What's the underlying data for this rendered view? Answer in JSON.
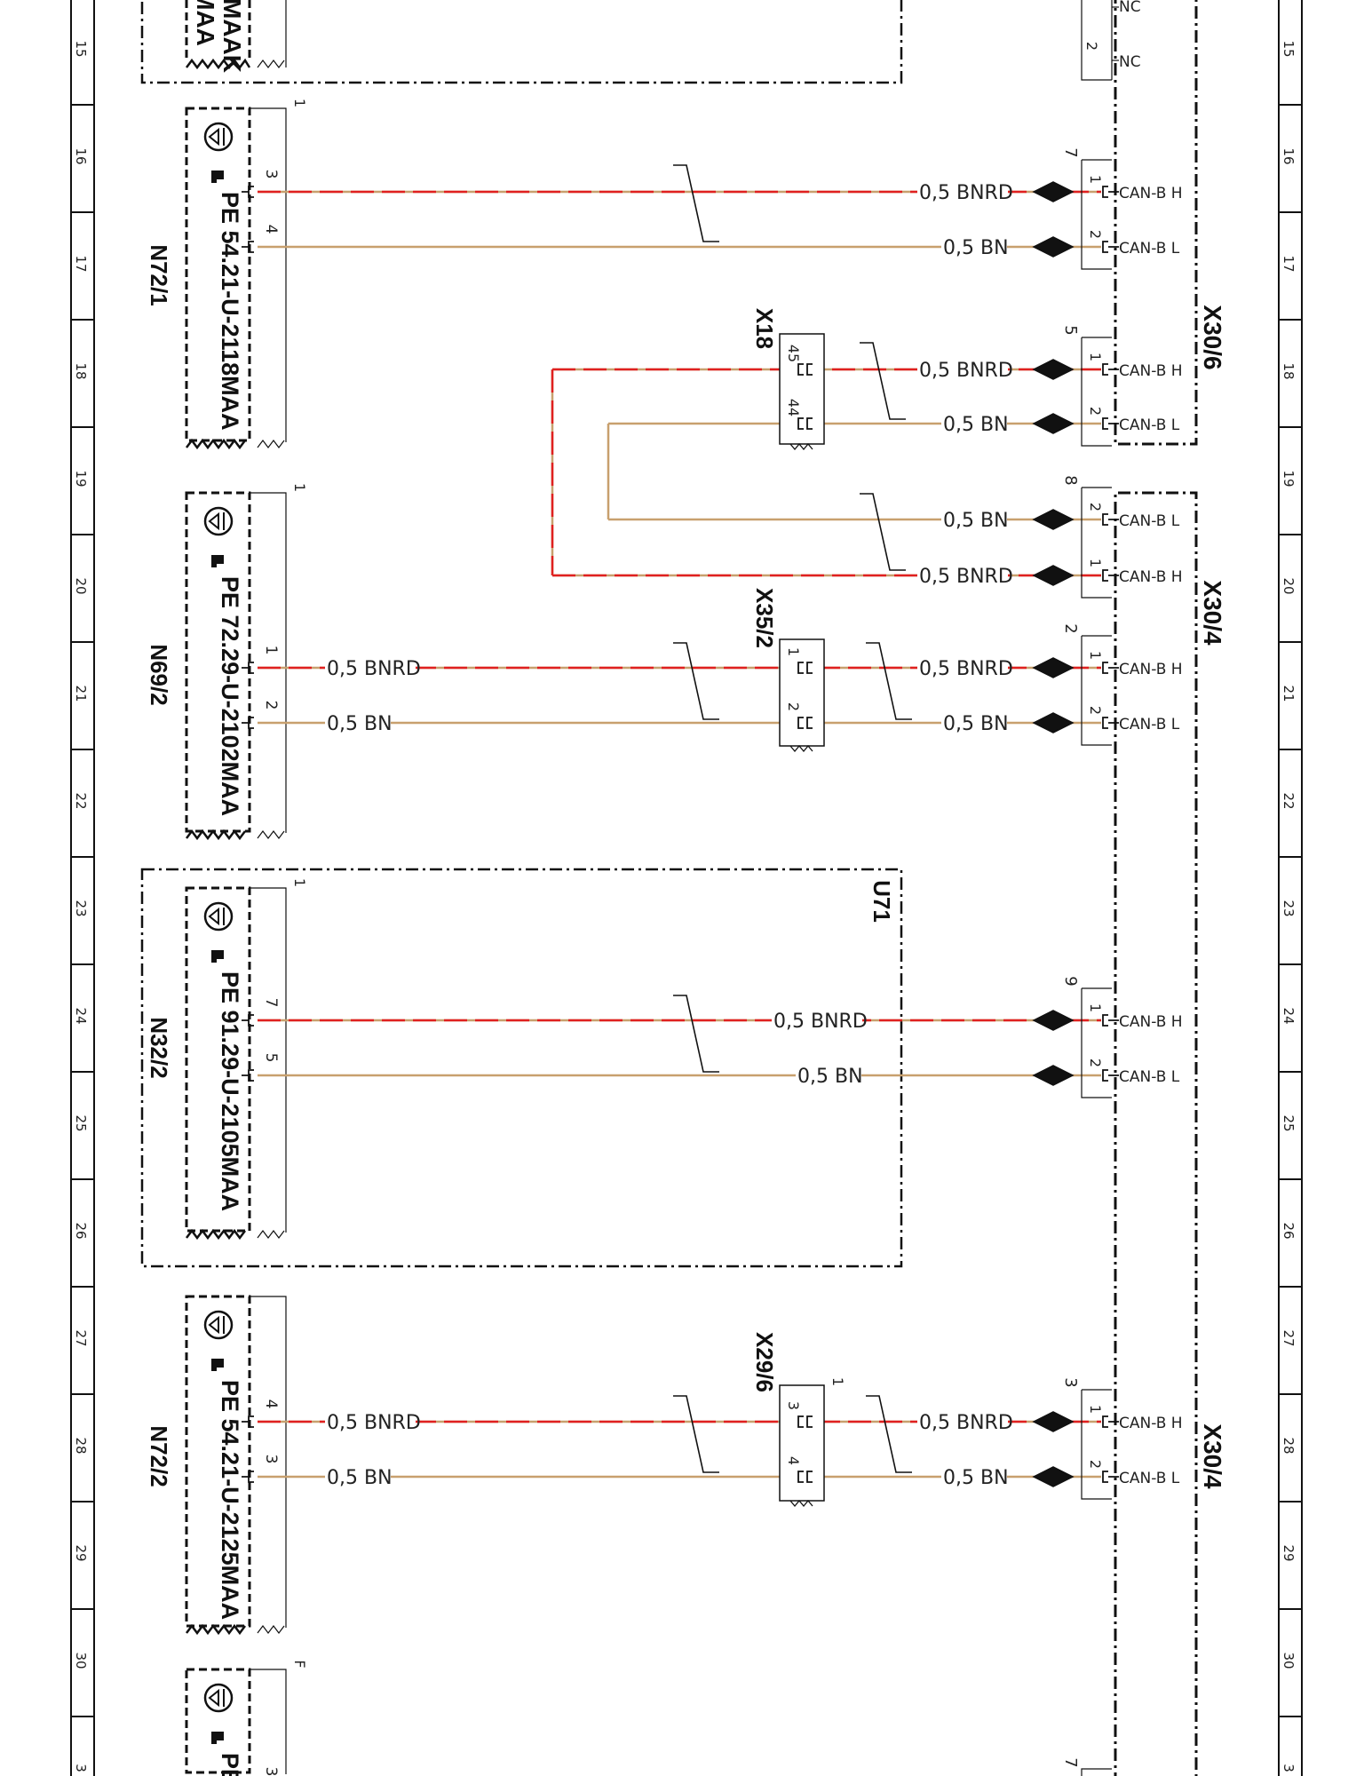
{
  "grid_numbers": [
    "15",
    "16",
    "17",
    "18",
    "19",
    "20",
    "21",
    "22",
    "23",
    "24",
    "25",
    "26",
    "27",
    "28",
    "29",
    "30",
    "3"
  ],
  "colors": {
    "brown": "#C8A06E",
    "red": "#E02020",
    "frame": "#111111"
  },
  "modules": [
    {
      "id": "N72/1",
      "part": "PE 54.21-U-2118MAA",
      "pin_top": "1"
    },
    {
      "id": "N69/2",
      "part": "PE 72.29-U-2102MAA",
      "pin_top": "1"
    },
    {
      "id": "N32/2",
      "part": "PE 91.29-U-2105MAA",
      "pin_top": "1"
    },
    {
      "id": "N72/2",
      "part": "PE 54.21-U-2125MAA",
      "pin_top": ""
    },
    {
      "id": "",
      "part": "PE",
      "pin_top": "F"
    }
  ],
  "top_module": {
    "part_fragment_1": "MAA",
    "part_fragment_2": "MAAK"
  },
  "enclosure_label": "U71",
  "module_pins": {
    "n721_h": "3",
    "n721_l": "4",
    "n692_h": "1",
    "n692_l": "2",
    "n322_h": "7",
    "n322_l": "5",
    "n722_h": "4",
    "n722_l": "3",
    "bottom": "3"
  },
  "connectors": [
    {
      "id": "X18",
      "pins": [
        "45",
        "44"
      ]
    },
    {
      "id": "X35/2",
      "pins": [
        "1",
        "2"
      ]
    },
    {
      "id": "X29/6",
      "pins": [
        "3",
        "4"
      ],
      "extra": "1"
    }
  ],
  "wires": {
    "bnrd": "0,5 BNRD",
    "bn": "0,5 BN"
  },
  "can_labels": {
    "h": "CAN-B H",
    "l": "CAN-B L",
    "nc": "NC"
  },
  "splice_groups": [
    {
      "id": "X30/6",
      "blocks": [
        "7",
        "5"
      ]
    },
    {
      "id": "X30/4",
      "blocks": [
        "8",
        "2",
        "9"
      ]
    },
    {
      "id": "X30/4",
      "blocks": [
        "3"
      ]
    }
  ],
  "block_pins": {
    "one": "1",
    "two": "2"
  },
  "top_pins": {
    "top_pin": "2",
    "bottom_block": "7"
  }
}
